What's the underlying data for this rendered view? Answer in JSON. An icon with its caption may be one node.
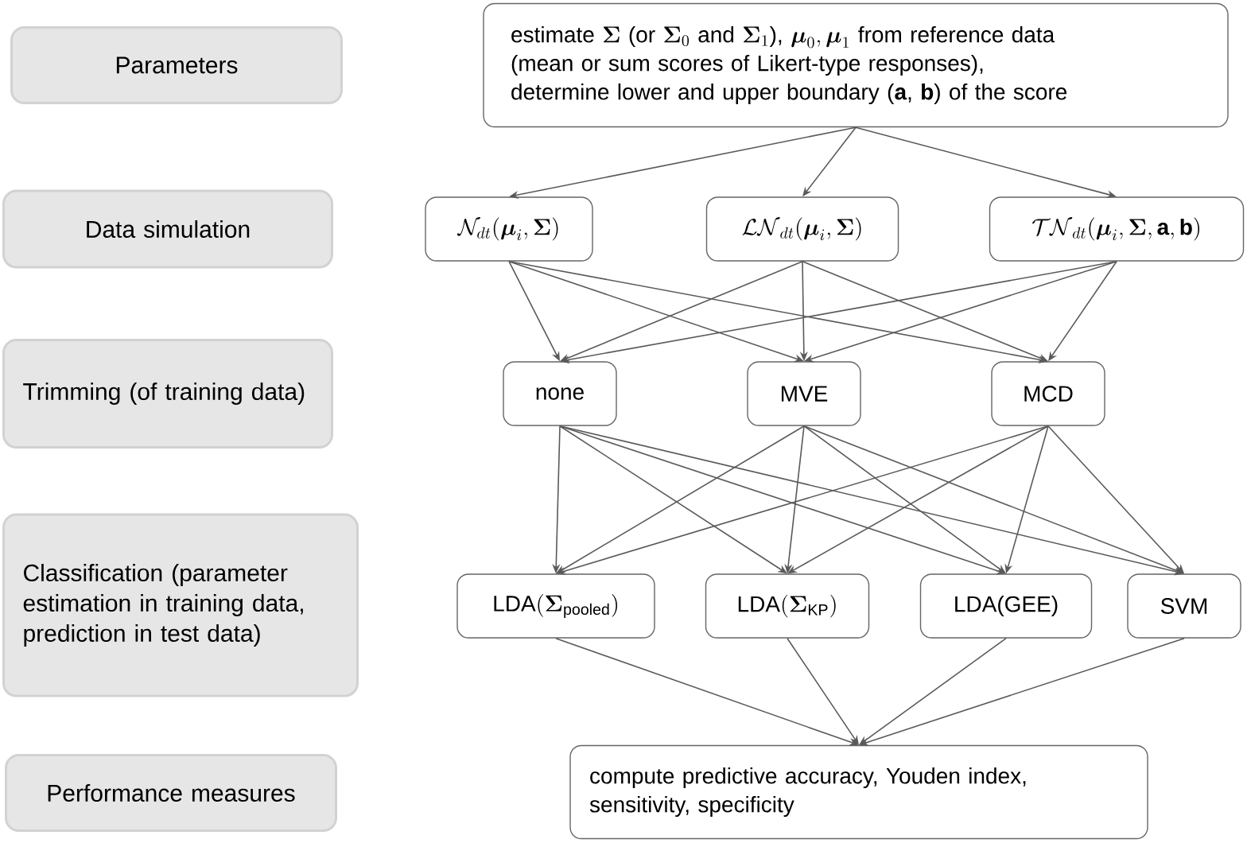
{
  "diagram": {
    "nodes": [
      {
        "text": [
          "Parameters"
        ]
      },
      {
        "text": [
          "Data simulation"
        ]
      },
      {
        "text": [
          "Trimming (of training data)"
        ]
      },
      {
        "text": [
          "Classification (parameter estimation in training data, prediction in test data)"
        ]
      },
      {
        "text": [
          "Performance measures"
        ]
      },
      {
        "text": [
          "\\begin{array}{l}\\text{estimate }\\boldsymbol{\\Sigma}\\text{ (or }\\boldsymbol{\\Sigma}_0\\text{ and }\\boldsymbol{\\Sigma}_1\\text{), }\\boldsymbol{\\mu}_0,\\boldsymbol{\\mu}_1\\text{ from reference data}\\\\ \\text{(mean or sum scores of Likert-type responses),}\\\\ \\text{determine lower and upper boundary (}\\textbf{a}\\text{, }\\textbf{b}\\text{) of the score}\\end{array}"
        ]
      },
      {
        "text": [
          "\\mathcal{N}_{dt}(\\boldsymbol{\\mu}_i,\\boldsymbol{\\Sigma})"
        ]
      },
      {
        "text": [
          "\\mathcal{LN}_{dt}(\\boldsymbol{\\mu}_i,\\boldsymbol{\\Sigma})"
        ]
      },
      {
        "text": [
          "\\mathcal{TN}_{dt}(\\boldsymbol{\\mu}_i,\\boldsymbol{\\Sigma},\\mathbf{a},\\mathbf{b})"
        ]
      },
      {
        "text": [
          "none"
        ]
      },
      {
        "text": [
          "MVE"
        ]
      },
      {
        "text": [
          "MCD"
        ]
      },
      {
        "text": [
          "\\text{LDA}(\\boldsymbol{\\Sigma}_{\\text{pooled}})"
        ]
      },
      {
        "text": [
          "\\text{LDA}(\\boldsymbol{\\Sigma}_{\\text{KP}})"
        ]
      },
      {
        "text": [
          "LDA(GEE)"
        ]
      },
      {
        "text": [
          "SVM"
        ]
      },
      {
        "text": [
          "compute predictive accuracy, Youden index, sensitivity, specificity"
        ]
      }
    ],
    "edges": [
      {
        "from": 5,
        "to": 6,
        "arrow": "to"
      },
      {
        "from": 5,
        "to": 7,
        "arrow": "to"
      },
      {
        "from": 5,
        "to": 8,
        "arrow": "to"
      },
      {
        "from": 6,
        "to": 9,
        "arrow": "to"
      },
      {
        "from": 6,
        "to": 10,
        "arrow": "to"
      },
      {
        "from": 6,
        "to": 11,
        "arrow": "to"
      },
      {
        "from": 7,
        "to": 9,
        "arrow": "to"
      },
      {
        "from": 7,
        "to": 10,
        "arrow": "to"
      },
      {
        "from": 7,
        "to": 11,
        "arrow": "to"
      },
      {
        "from": 8,
        "to": 9,
        "arrow": "to"
      },
      {
        "from": 8,
        "to": 10,
        "arrow": "to"
      },
      {
        "from": 8,
        "to": 11,
        "arrow": "to"
      },
      {
        "from": 9,
        "to": 12,
        "arrow": "to"
      },
      {
        "from": 9,
        "to": 13,
        "arrow": "to"
      },
      {
        "from": 9,
        "to": 14,
        "arrow": "to"
      },
      {
        "from": 9,
        "to": 15,
        "arrow": "to"
      },
      {
        "from": 10,
        "to": 12,
        "arrow": "to"
      },
      {
        "from": 10,
        "to": 13,
        "arrow": "to"
      },
      {
        "from": 10,
        "to": 14,
        "arrow": "to"
      },
      {
        "from": 10,
        "to": 15,
        "arrow": "to"
      },
      {
        "from": 11,
        "to": 12,
        "arrow": "to"
      },
      {
        "from": 11,
        "to": 13,
        "arrow": "to"
      },
      {
        "from": 11,
        "to": 14,
        "arrow": "to"
      },
      {
        "from": 11,
        "to": 15,
        "arrow": "to"
      },
      {
        "from": 12,
        "to": 16,
        "arrow": "to"
      },
      {
        "from": 13,
        "to": 16,
        "arrow": "to"
      },
      {
        "from": 14,
        "to": 16,
        "arrow": "to"
      },
      {
        "from": 15,
        "to": 16,
        "arrow": "to"
      }
    ]
  }
}
